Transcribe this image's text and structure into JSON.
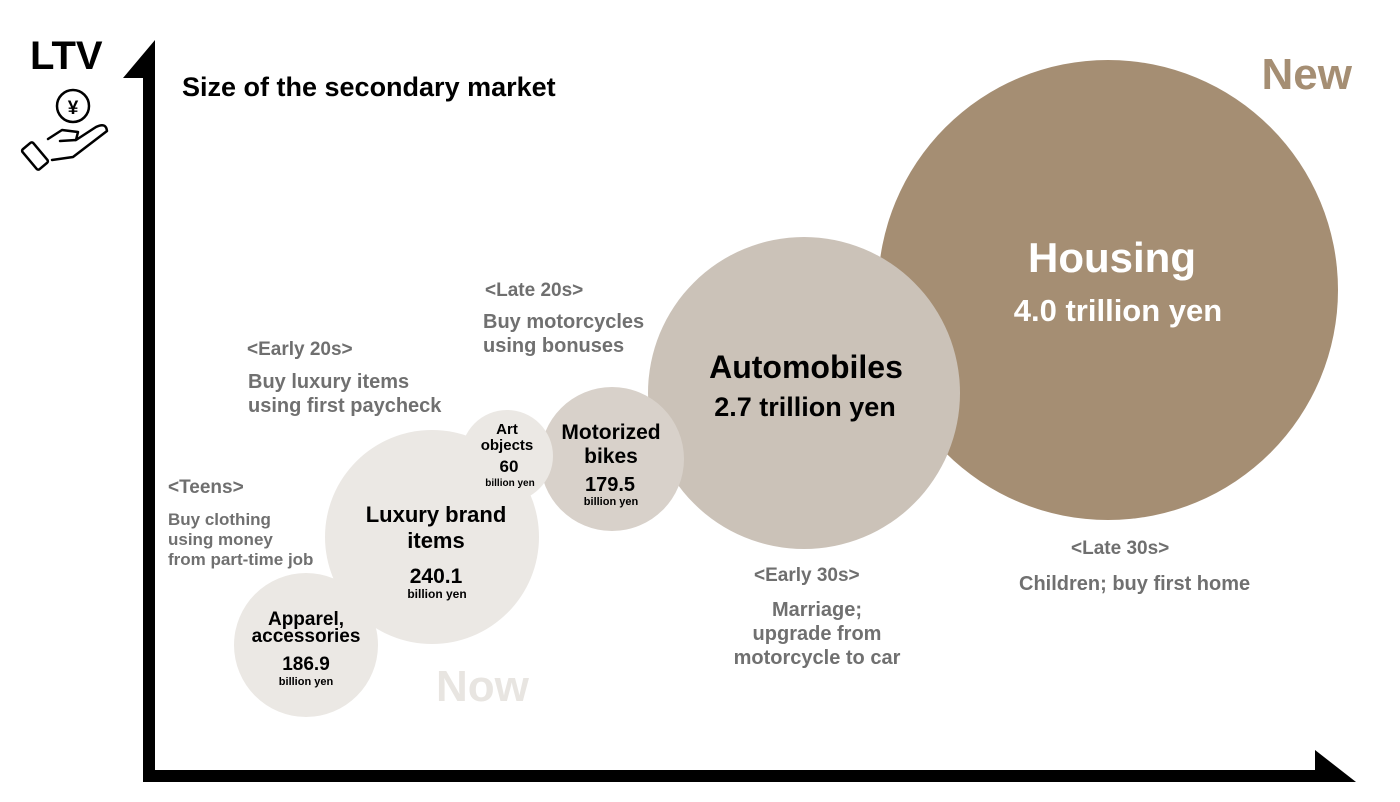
{
  "axis": {
    "y_label": "LTV"
  },
  "title": "Size of the secondary market",
  "corners": {
    "new": "New",
    "now": "Now"
  },
  "colors": {
    "housing": "#a58e73",
    "automobiles": "#cbc2b8",
    "motorized_bikes": "#d8d1ca",
    "light": "#ebe8e4",
    "new_text": "#a58e73",
    "now_text": "#e8e5e1",
    "stage_text": "#6f6f6f"
  },
  "stages": {
    "teens": {
      "title": "<Teens>",
      "desc": [
        "Buy clothing",
        "using money",
        "from part-time job"
      ]
    },
    "early20s": {
      "title": "<Early 20s>",
      "desc": [
        "Buy luxury items",
        "using first paycheck"
      ]
    },
    "late20s": {
      "title": "<Late 20s>",
      "desc": [
        "Buy motorcycles",
        "using bonuses"
      ]
    },
    "early30s": {
      "title": "<Early 30s>",
      "desc": [
        "Marriage;",
        "upgrade from",
        "motorcycle to car"
      ]
    },
    "late30s": {
      "title": "<Late 30s>",
      "desc": [
        "Children; buy first home"
      ]
    }
  },
  "chart_data": {
    "type": "bubble",
    "title": "Size of the secondary market",
    "ylabel": "LTV",
    "series": [
      {
        "name": "Apparel, accessories",
        "label_lines": [
          "Apparel,",
          "accessories"
        ],
        "value_text": "186.9",
        "unit": "billion yen",
        "value_billion_yen": 186.9
      },
      {
        "name": "Luxury brand items",
        "label_lines": [
          "Luxury brand",
          "items"
        ],
        "value_text": "240.1",
        "unit": "billion yen",
        "value_billion_yen": 240.1
      },
      {
        "name": "Art objects",
        "label_lines": [
          "Art",
          "objects"
        ],
        "value_text": "60",
        "unit": "billion yen",
        "value_billion_yen": 60
      },
      {
        "name": "Motorized bikes",
        "label_lines": [
          "Motorized",
          "bikes"
        ],
        "value_text": "179.5",
        "unit": "billion yen",
        "value_billion_yen": 179.5
      },
      {
        "name": "Automobiles",
        "label_lines": [
          "Automobiles"
        ],
        "value_text": "2.7 trillion yen",
        "unit": "",
        "value_billion_yen": 2700
      },
      {
        "name": "Housing",
        "label_lines": [
          "Housing"
        ],
        "value_text": "4.0 trillion yen",
        "unit": "",
        "value_billion_yen": 4000
      }
    ]
  }
}
